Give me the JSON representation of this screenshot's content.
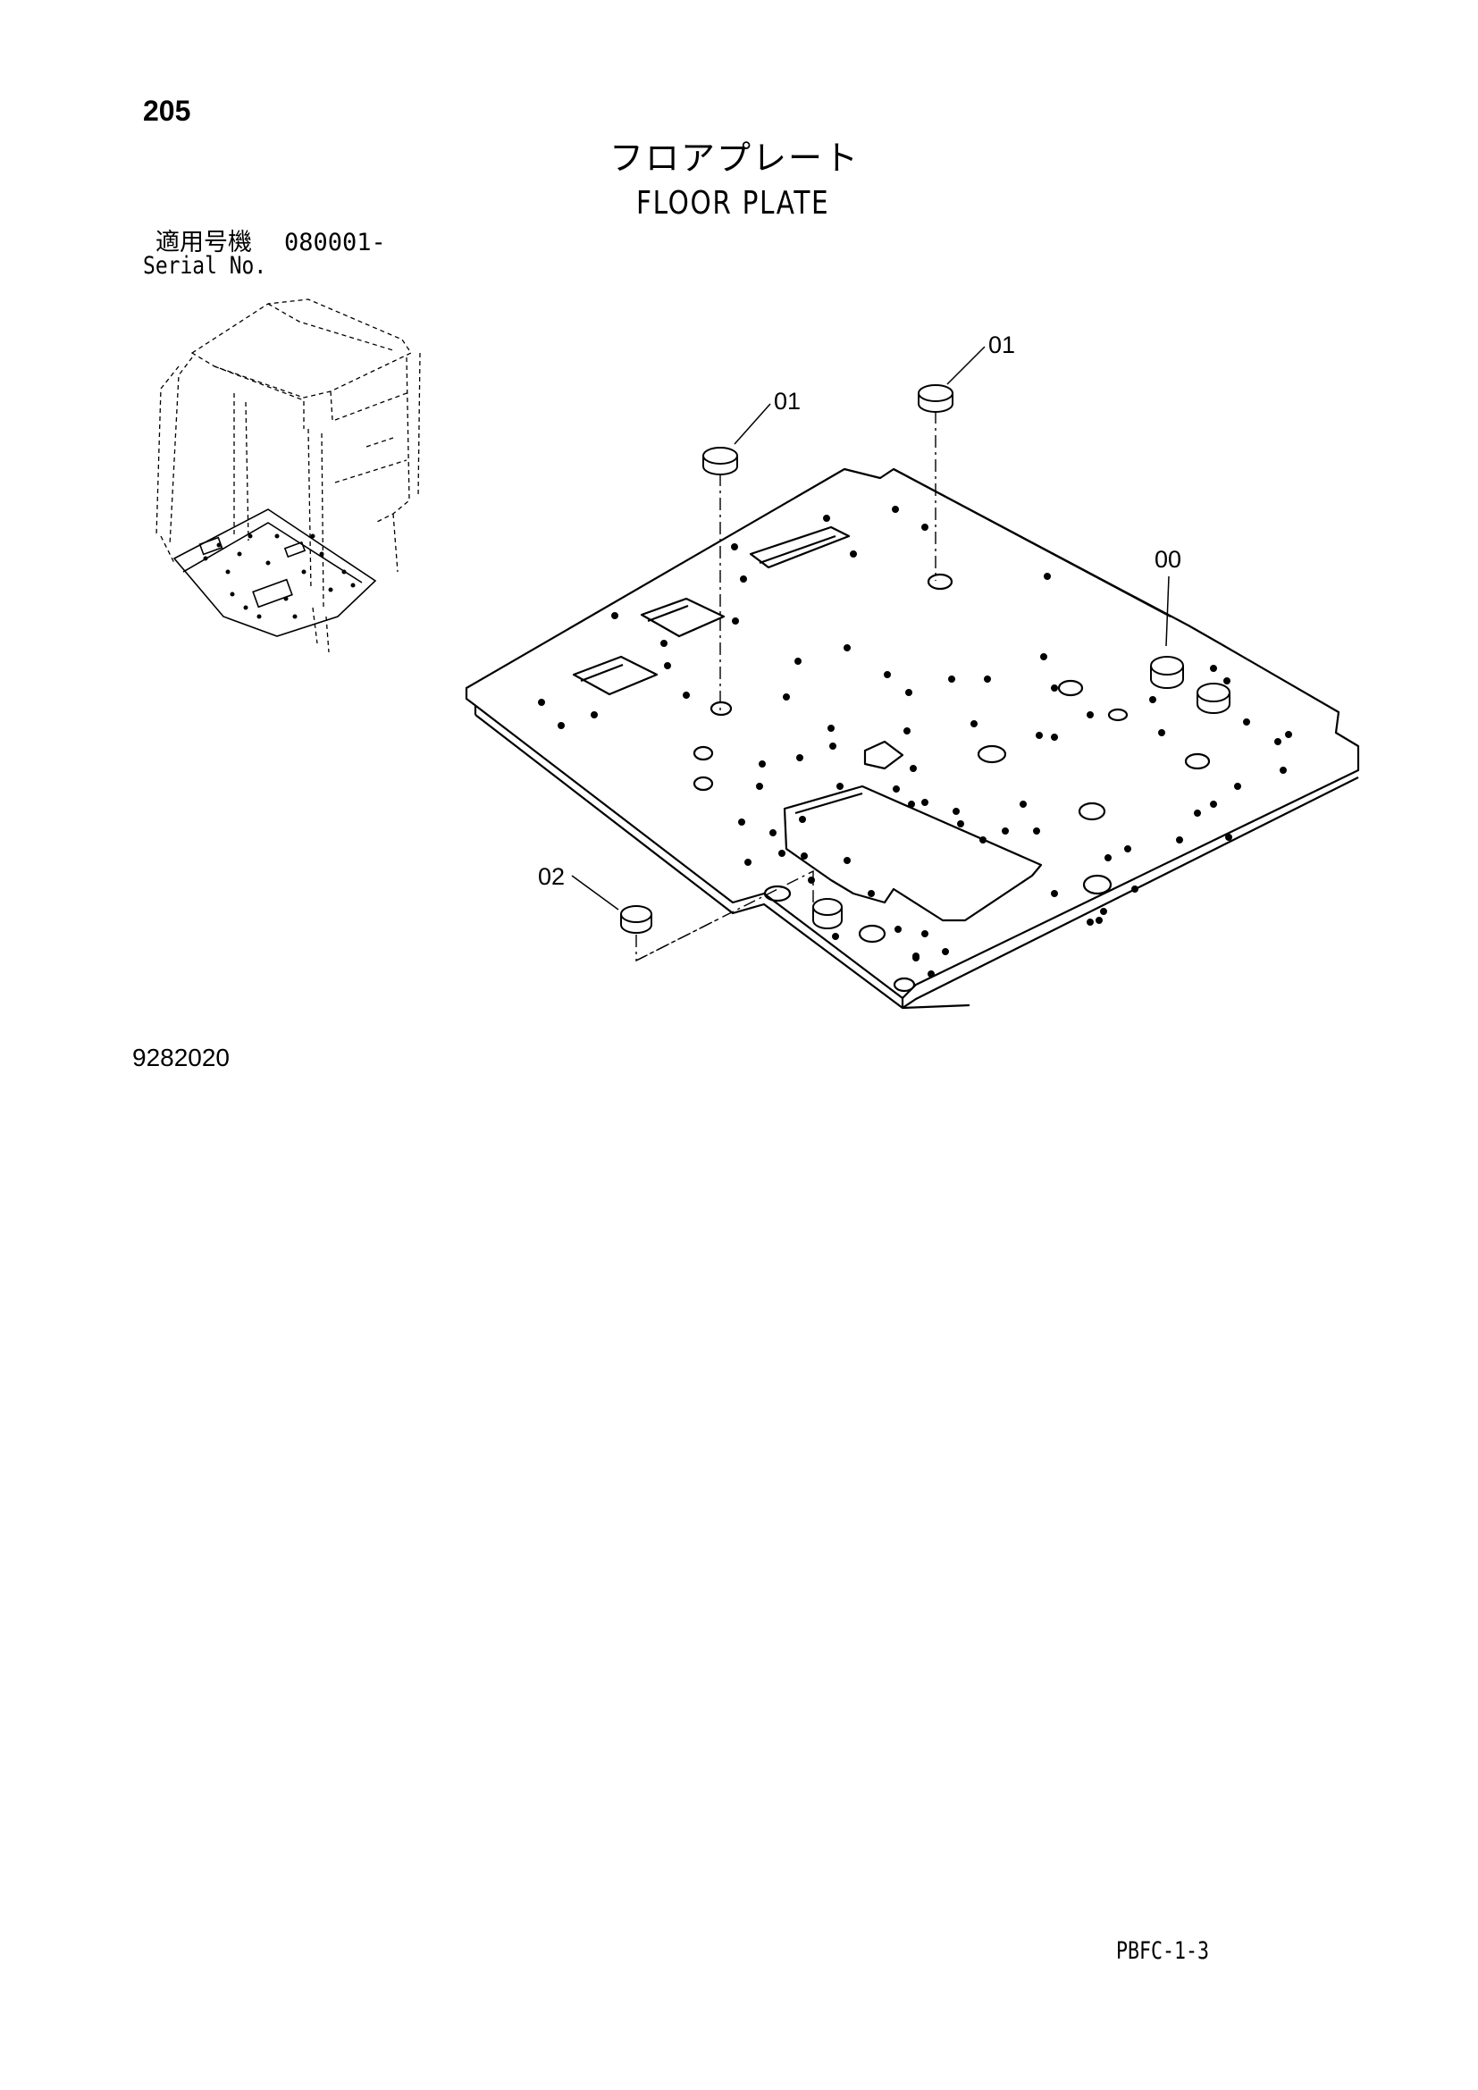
{
  "header": {
    "page_number": "205",
    "title_ja": "フロアプレート",
    "title_en": "FLOOR PLATE"
  },
  "serial": {
    "label_ja": "適用号機",
    "range": "080001-",
    "label_en": "Serial No."
  },
  "callouts": {
    "cap_top_right": "01",
    "cap_top_left": "01",
    "floor_plate": "00",
    "plug_bottom": "02"
  },
  "footer": {
    "drawing_number": "9282020",
    "page_code": "PBFC-1-3"
  }
}
